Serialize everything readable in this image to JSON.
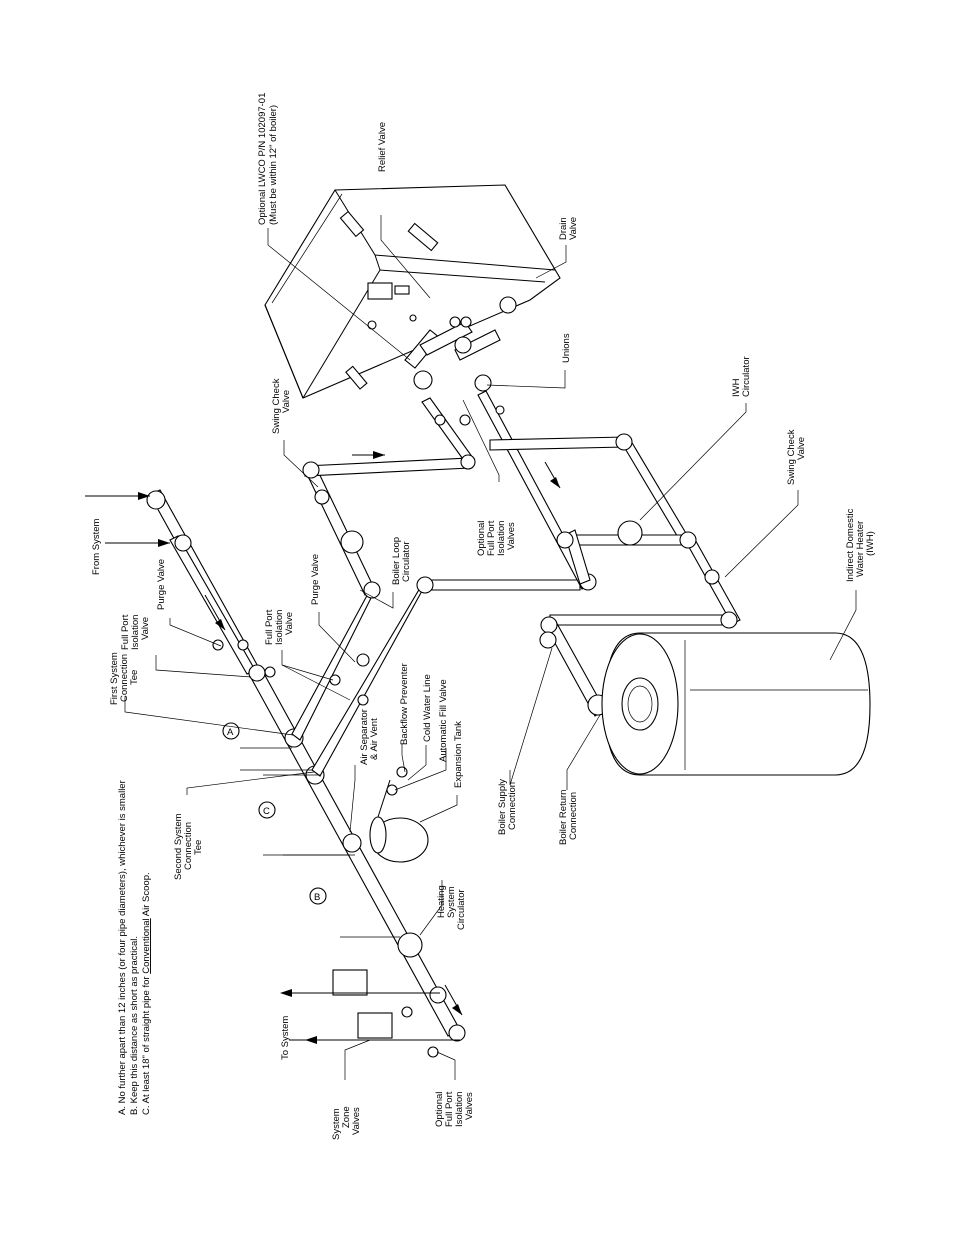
{
  "notes": {
    "a": "A. No further apart than 12 inches (or four pipe diameters), whichever is smaller",
    "b": "B. Keep this distance as short as practical.",
    "c_prefix": "C. At least 18\" of straight pipe for ",
    "c_underline": "Conventional",
    "c_suffix": " Air Scoop."
  },
  "markers": {
    "a": "A",
    "b": "B",
    "c": "C"
  },
  "labels": {
    "lwco_1": "Optional LWCO P/N 102097-01",
    "lwco_2": "(Must be within 12\" of boiler)",
    "relief_valve": "Relief Valve",
    "drain_1": "Drain",
    "drain_2": "Valve",
    "unions": "Unions",
    "iwh_circ_1": "IWH",
    "iwh_circ_2": "Circulator",
    "swing_check_top_1": "Swing Check",
    "swing_check_top_2": "Valve",
    "swing_check_right_1": "Swing Check",
    "swing_check_right_2": "Valve",
    "indirect_1": "Indirect Domestic",
    "indirect_2": "Water Heater",
    "indirect_3": "(IWH)",
    "from_system": "From System",
    "boiler_loop_1": "Boiler Loop",
    "boiler_loop_2": "Circulator",
    "opt_iso_mid_1": "Optional",
    "opt_iso_mid_2": "Full Port",
    "opt_iso_mid_3": "Isolation",
    "opt_iso_mid_4": "Valves",
    "purge_top": "Purge Valve",
    "full_port_top_1": "Full Port",
    "full_port_top_2": "Isolation",
    "full_port_top_3": "Valve",
    "purge_mid": "Purge Valve",
    "full_port_mid_1": "Full Port",
    "full_port_mid_2": "Isolation",
    "full_port_mid_3": "Valve",
    "first_tee_1": "First System",
    "first_tee_2": "Connection",
    "first_tee_3": "Tee",
    "backflow": "Backflow Preventer",
    "cold_water": "Cold Water Line",
    "auto_fill": "Automatic Fill Valve",
    "expansion": "Expansion Tank",
    "air_sep_1": "Air Separator",
    "air_sep_2": "& Air Vent",
    "second_tee_1": "Second System",
    "second_tee_2": "Connection",
    "second_tee_3": "Tee",
    "heating_circ_1": "Heating",
    "heating_circ_2": "System",
    "heating_circ_3": "Circulator",
    "boiler_supply_1": "Boiler Supply",
    "boiler_supply_2": "Connection",
    "boiler_return_1": "Boiler Return",
    "boiler_return_2": "Connection",
    "to_system": "To System",
    "zone_valves_1": "System",
    "zone_valves_2": "Zone",
    "zone_valves_3": "Valves",
    "opt_iso_bot_1": "Optional",
    "opt_iso_bot_2": "Full Port",
    "opt_iso_bot_3": "Isolation",
    "opt_iso_bot_4": "Valves"
  }
}
